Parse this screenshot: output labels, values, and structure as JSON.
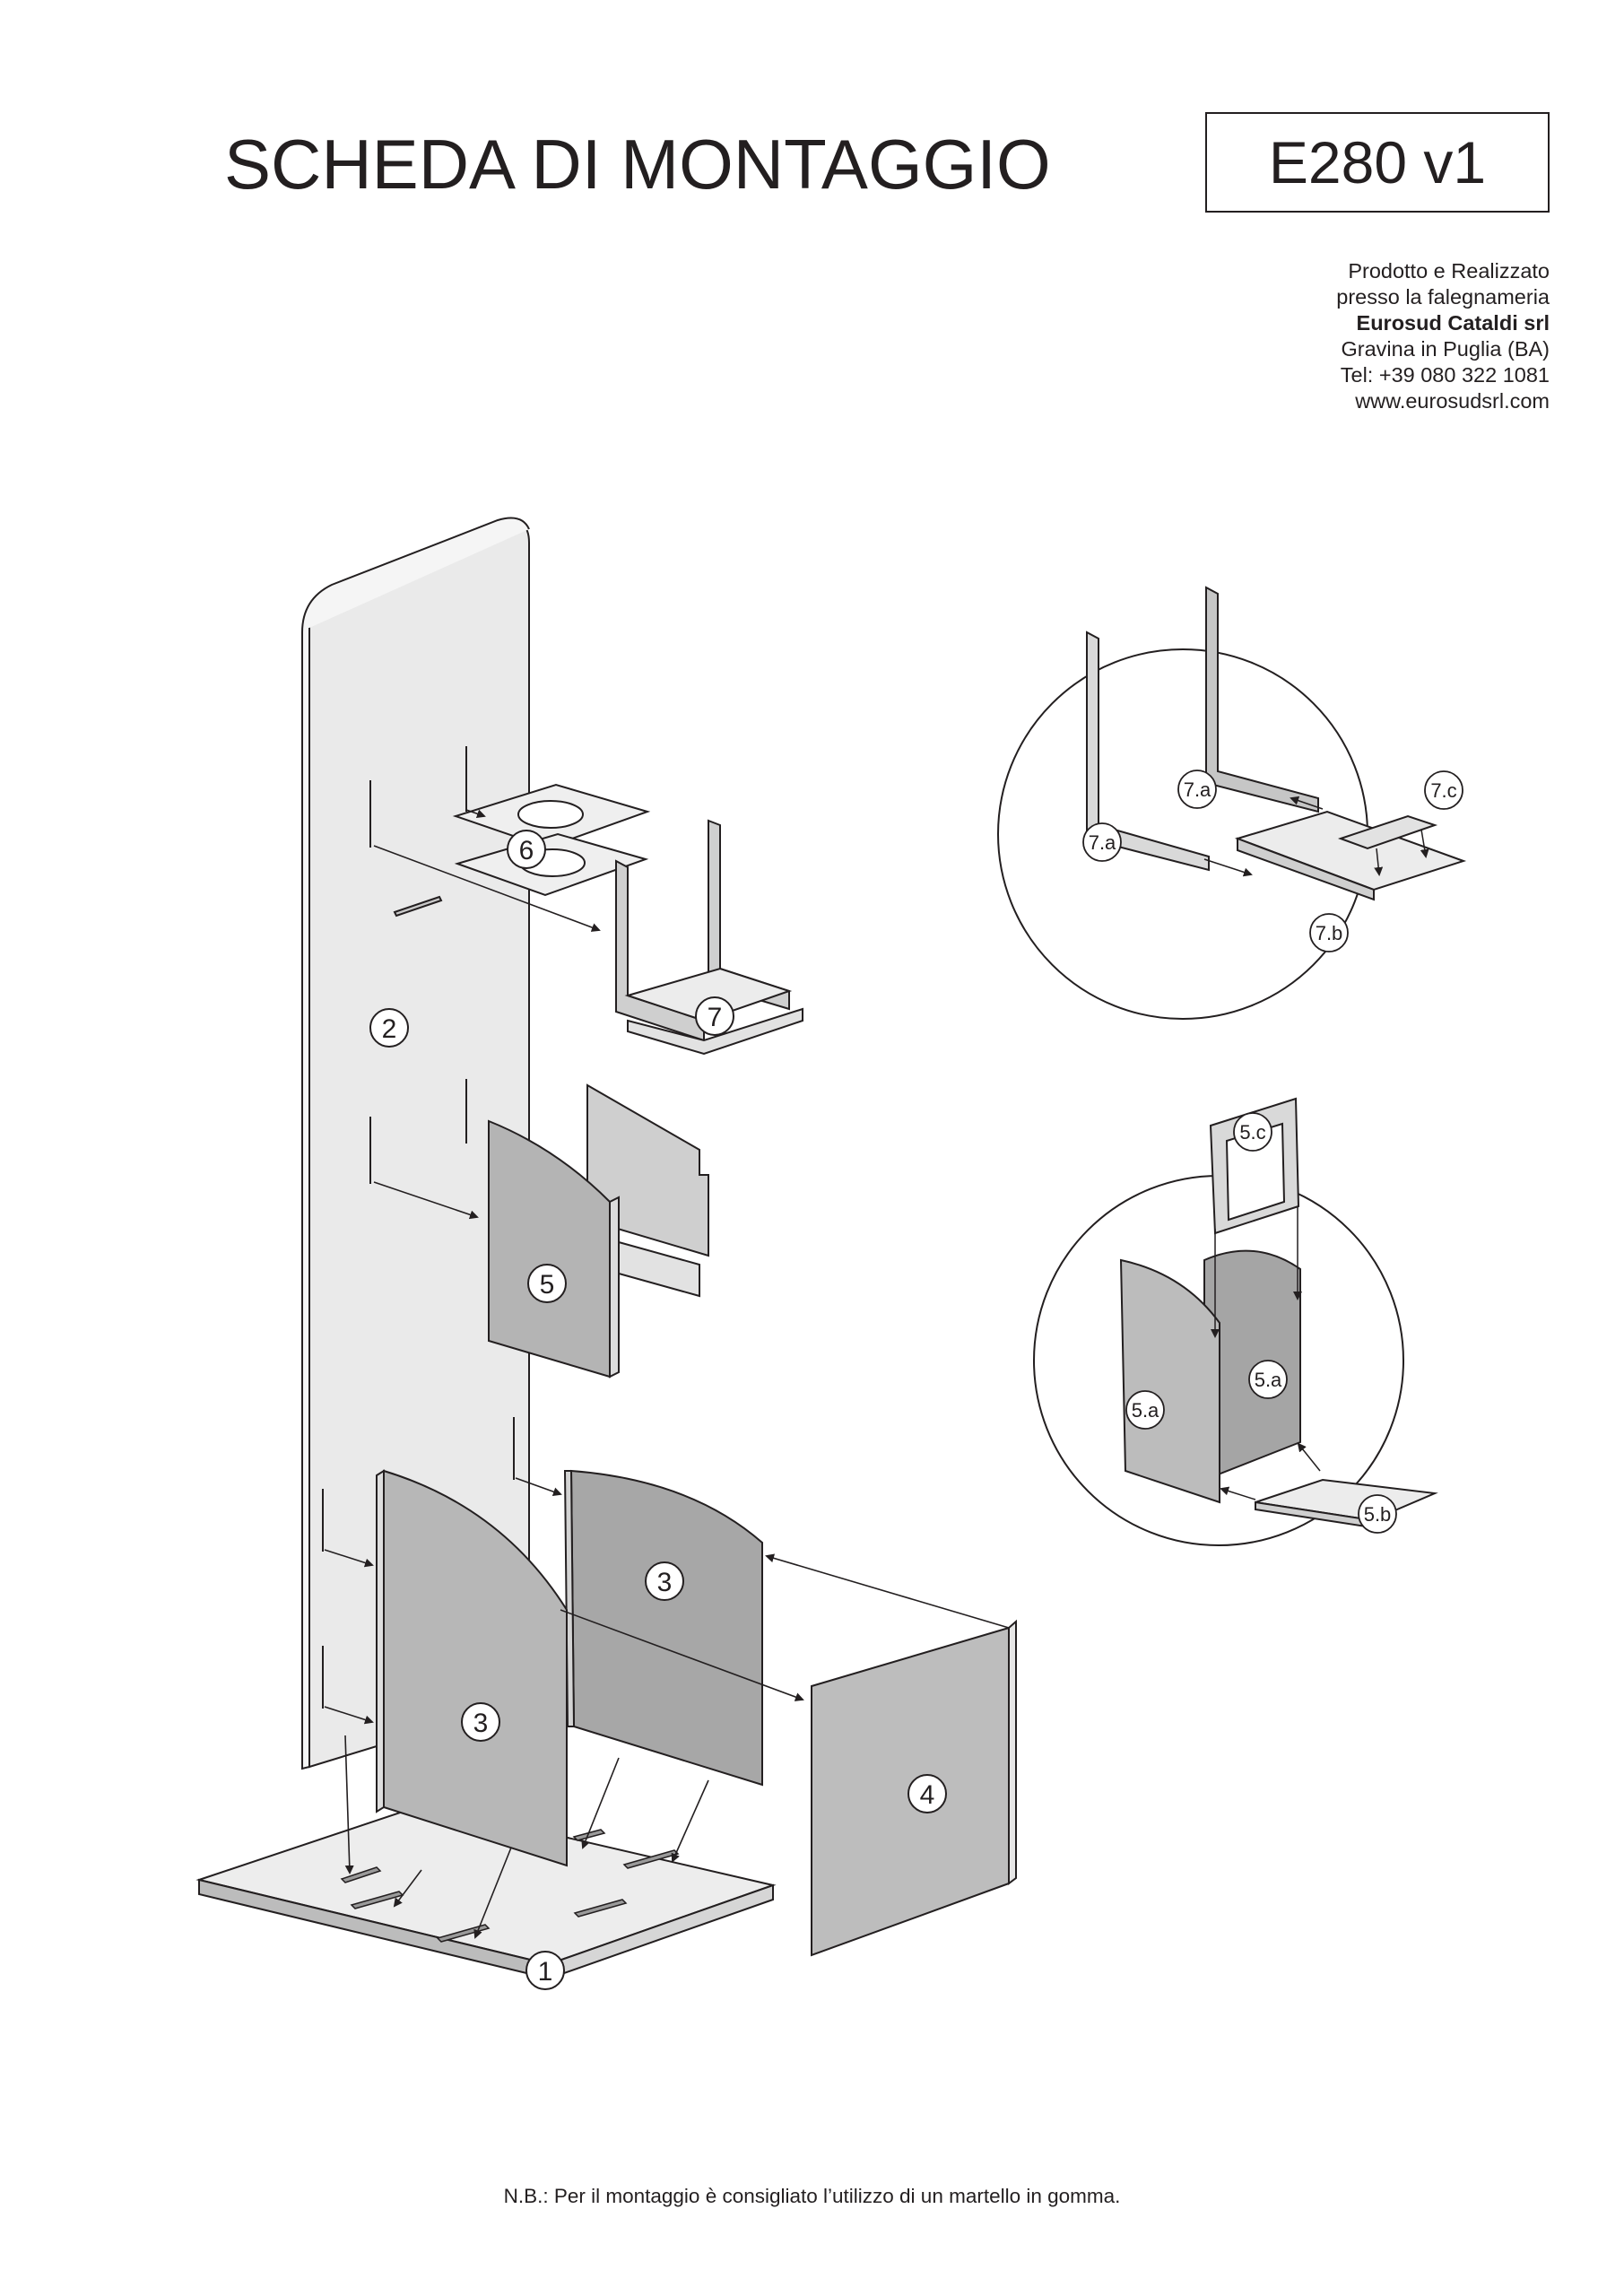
{
  "header": {
    "title": "SCHEDA DI MONTAGGIO",
    "code": "E280 v1"
  },
  "producer": {
    "line1": "Prodotto e Realizzato",
    "line2": "presso la falegnameria",
    "company": "Eurosud Cataldi srl",
    "city": "Gravina in Puglia (BA)",
    "phone": "Tel: +39 080 322 1081",
    "website": "www.eurosudsrl.com"
  },
  "part_labels": {
    "p1": "1",
    "p2": "2",
    "p3a": "3",
    "p3b": "3",
    "p4": "4",
    "p5": "5",
    "p6": "6",
    "p7": "7"
  },
  "detail_top_labels": {
    "a_left": "7.a",
    "a_right": "7.a",
    "b": "7.b",
    "c": "7.c"
  },
  "detail_mid_labels": {
    "c": "5.c",
    "a_left": "5.a",
    "a_right": "5.a",
    "b": "5.b"
  },
  "footer": {
    "note": "N.B.: Per il montaggio è consigliato l’utilizzo di un martello in gomma."
  },
  "colors": {
    "ink": "#231f20",
    "panel_light": "#ebebeb",
    "panel_mid": "#bdbdbd",
    "panel_dark": "#9d9d9d",
    "edge": "#f2f2f2"
  }
}
